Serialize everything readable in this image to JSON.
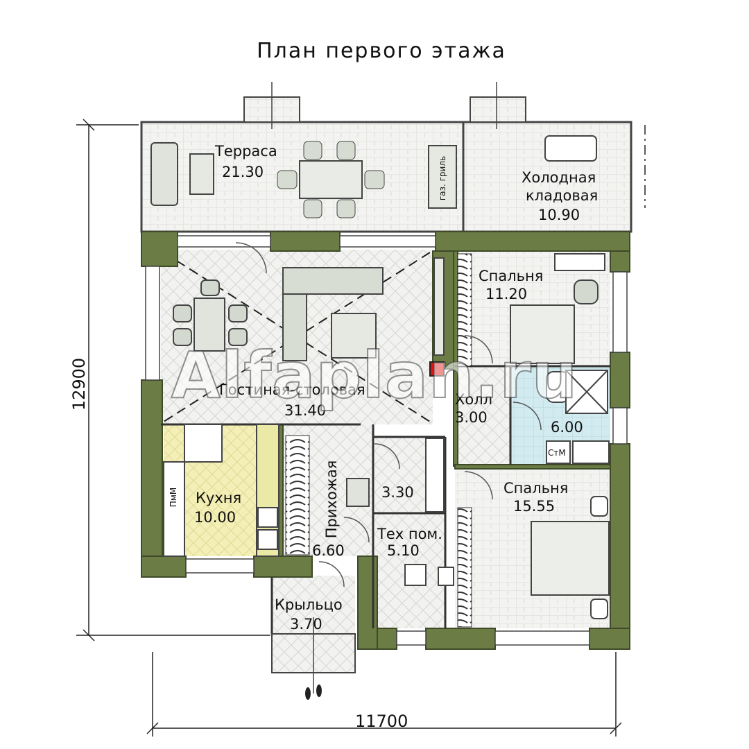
{
  "title": "План первого этажа",
  "watermark": "Alfaplan.ru",
  "dimensions": {
    "height": "12900",
    "width": "11700"
  },
  "rooms": {
    "terrace": {
      "name": "Терраса",
      "area": "21.30"
    },
    "cold_storage": {
      "name_line1": "Холодная",
      "name_line2": "кладовая",
      "area": "10.90"
    },
    "bedroom_top": {
      "name": "Спальня",
      "area": "11.20"
    },
    "living": {
      "name": "Гостиная-столовая",
      "area": "31.40"
    },
    "hall": {
      "name": "Холл",
      "area": "3.00"
    },
    "bathroom": {
      "area": "6.00"
    },
    "kitchen": {
      "name": "Кухня",
      "area": "10.00"
    },
    "entry": {
      "name": "Прихожая",
      "area": "6.60"
    },
    "closet": {
      "area": "3.30"
    },
    "tech": {
      "name": "Тех пом.",
      "area": "5.10"
    },
    "bedroom_bottom": {
      "name": "Спальня",
      "area": "15.55"
    },
    "porch": {
      "name": "Крыльцо",
      "area": "3.70"
    }
  },
  "appliance_tags": {
    "washer": "СтМ",
    "dishwasher": "ПмМ",
    "grill": "газ. гриль"
  },
  "colors": {
    "wall": "#6b7d45",
    "wall_outline": "#3e4a28",
    "terrace_floor": "#ecedea",
    "kitchen_floor": "#f2efb8",
    "bath_floor": "#cfe9ee",
    "floor": "#f4f4f2"
  }
}
